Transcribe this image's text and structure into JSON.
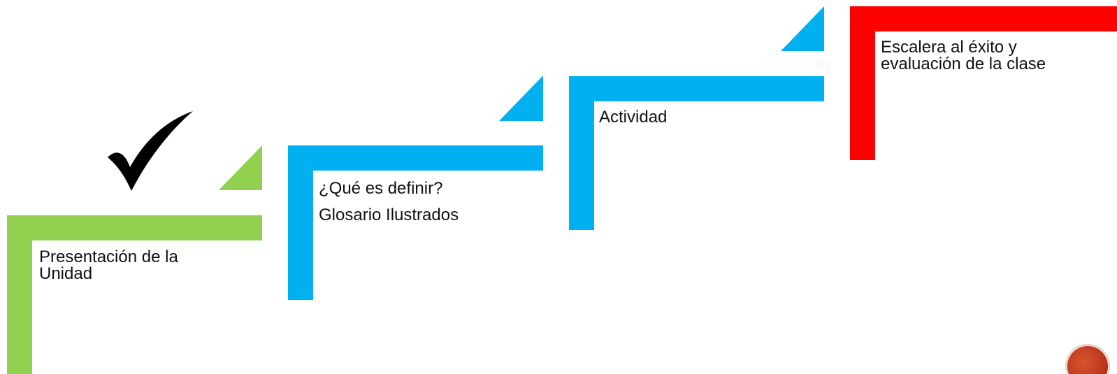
{
  "steps": [
    {
      "id": "step-1",
      "color": "#92d050",
      "lines": [
        "Presentación de la",
        "Unidad"
      ],
      "status": "completed"
    },
    {
      "id": "step-2",
      "color": "#00b0f0",
      "lines": [
        "¿Qué es definir?",
        "Glosario Ilustrados"
      ]
    },
    {
      "id": "step-3",
      "color": "#00b0f0",
      "lines": [
        "Actividad"
      ]
    },
    {
      "id": "step-4",
      "color": "#ff0000",
      "lines": [
        "Escalera al éxito y",
        "evaluación de la clase"
      ]
    }
  ],
  "icons": {
    "completed_marker": "check-mark-icon",
    "slide_badge": "seal-icon"
  }
}
